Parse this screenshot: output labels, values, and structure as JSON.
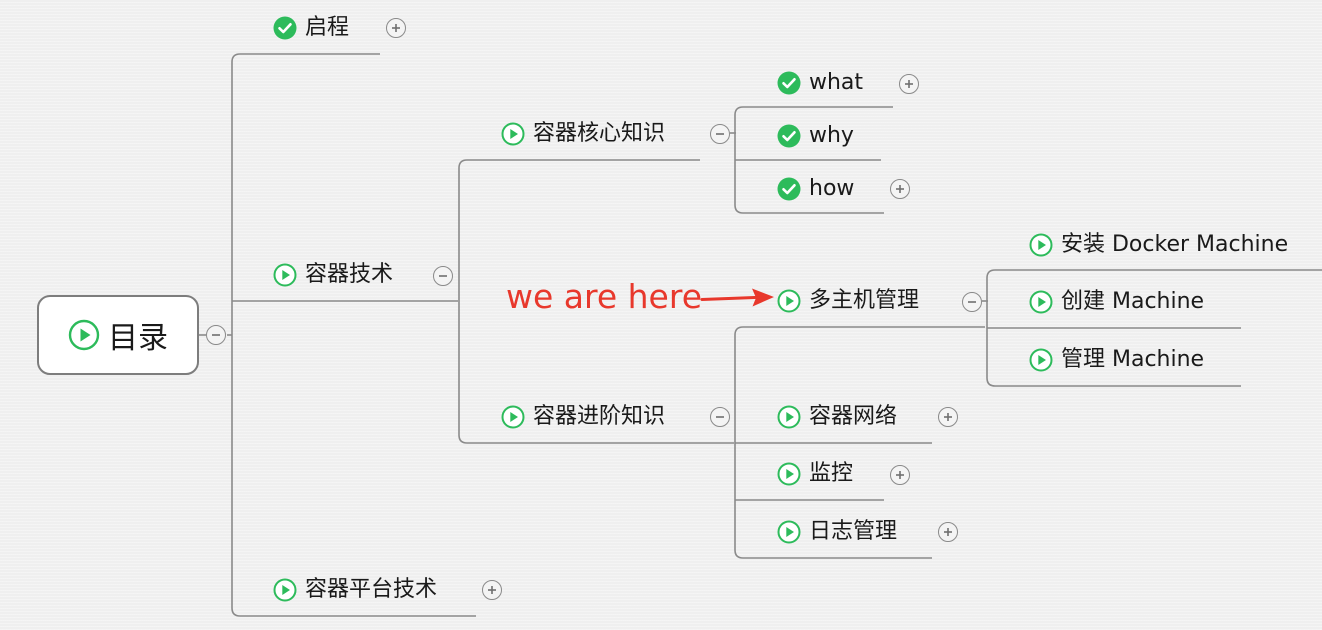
{
  "root": {
    "label": "目录",
    "icon": "play-circle-icon"
  },
  "nodes": {
    "qicheng": "启程",
    "rongqi_jishu": "容器技术",
    "hexin_zhishi": "容器核心知识",
    "what": "what",
    "why": "why",
    "how": "how",
    "duozhuji_guanli": "多主机管理",
    "anzhuang": "安装 Docker Machine",
    "chuangjian": "创建 Machine",
    "guanli": "管理 Machine",
    "jinjie_zhishi": "容器进阶知识",
    "wangluo": "容器网络",
    "jiankong": "监控",
    "rizhi": "日志管理",
    "pingtai_jishu": "容器平台技术"
  },
  "annotation": {
    "text": "we are here"
  },
  "colors": {
    "accent_green": "#2dbb5b",
    "annotation_red": "#e8382c",
    "line_gray": "#8a8a8a",
    "background": "#efefef"
  },
  "icons": {
    "done": "check-circle-icon",
    "topic": "play-circle-icon",
    "expand": "plus-circle-icon",
    "collapse": "minus-circle-icon"
  }
}
